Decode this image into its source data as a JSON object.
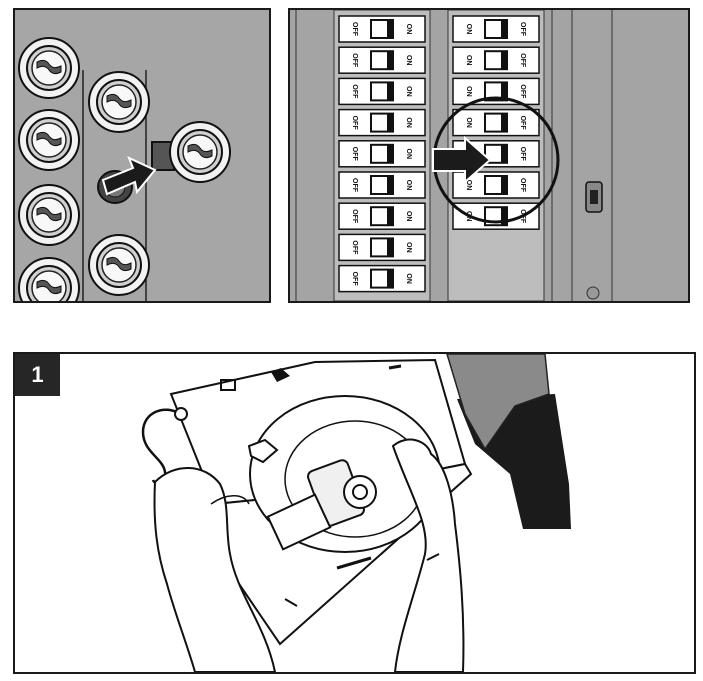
{
  "breaker_panel": {
    "left_column": [
      {
        "left": "OFF",
        "right": "ON"
      },
      {
        "left": "OFF",
        "right": "ON"
      },
      {
        "left": "OFF",
        "right": "ON"
      },
      {
        "left": "OFF",
        "right": "ON"
      },
      {
        "left": "OFF",
        "right": "ON"
      },
      {
        "left": "OFF",
        "right": "ON"
      },
      {
        "left": "OFF",
        "right": "ON"
      },
      {
        "left": "OFF",
        "right": "ON"
      },
      {
        "left": "OFF",
        "right": "ON"
      }
    ],
    "right_column": [
      {
        "left": "ON",
        "right": "OFF"
      },
      {
        "left": "ON",
        "right": "OFF"
      },
      {
        "left": "ON",
        "right": "OFF"
      },
      {
        "left": "ON",
        "right": "OFF"
      },
      {
        "left": "ON",
        "right": "OFF"
      },
      {
        "left": "ON",
        "right": "OFF"
      },
      {
        "left": "ON",
        "right": "OFF"
      }
    ]
  },
  "step": {
    "number": "1"
  },
  "colors": {
    "frame": "#1a1a1a",
    "panel_gray": "#a6a6a6",
    "dark_fill": "#1b1b1b",
    "badge": "#262626"
  }
}
